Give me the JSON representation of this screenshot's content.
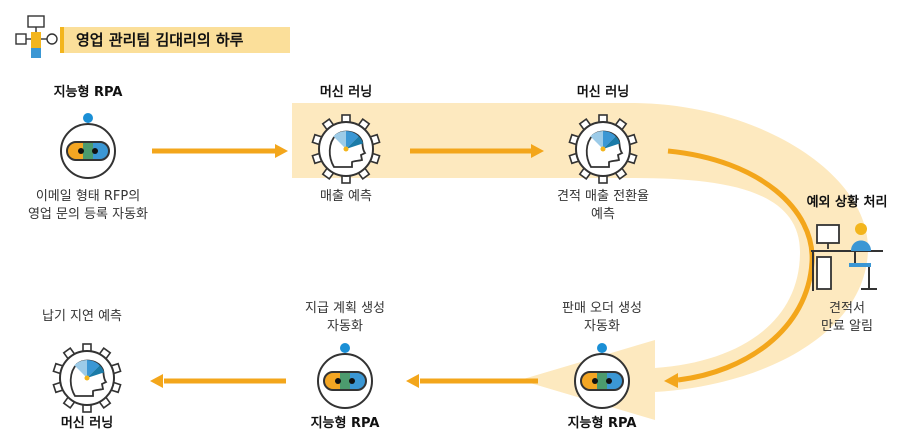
{
  "title": "영업 관리팀 김대리의 하루",
  "nodes": [
    {
      "id": "n1",
      "type": "rpa",
      "heading": "지능형 RPA",
      "caption": "이메일 형태 RFP의\n영업 문의 등록 자동화"
    },
    {
      "id": "n2",
      "type": "ml",
      "heading": "머신 러닝",
      "caption": "매출 예측"
    },
    {
      "id": "n3",
      "type": "ml",
      "heading": "머신 러닝",
      "caption": "견적 매출 전환율\n예측"
    },
    {
      "id": "n4",
      "type": "person",
      "heading": "예외 상황 처리",
      "caption": "견적서\n만료 알림"
    },
    {
      "id": "n5",
      "type": "rpa",
      "heading": "지능형 RPA",
      "caption": "판매 오더 생성\n자동화"
    },
    {
      "id": "n6",
      "type": "rpa",
      "heading": "지능형 RPA",
      "caption": "지급 계획 생성\n자동화"
    },
    {
      "id": "n7",
      "type": "ml",
      "heading": "머신 러닝",
      "caption": "납기 지연 예측"
    }
  ],
  "colors": {
    "band": "#fde9bf",
    "arrow": "#f3a61b",
    "accent": "#f3b51d",
    "gauge_teal": "#1b7ba8",
    "gauge_blue": "#3b97d4",
    "pill_orange": "#f4a623",
    "pill_green": "#4c9b6e",
    "pill_blue": "#3b97d4",
    "dot": "#1a8fd6",
    "outline": "#333333"
  },
  "icons": {
    "title": "flowchart-icon",
    "rpa": "rpa-bot-icon",
    "ml": "machine-learning-head-icon",
    "person": "person-at-desk-icon"
  }
}
